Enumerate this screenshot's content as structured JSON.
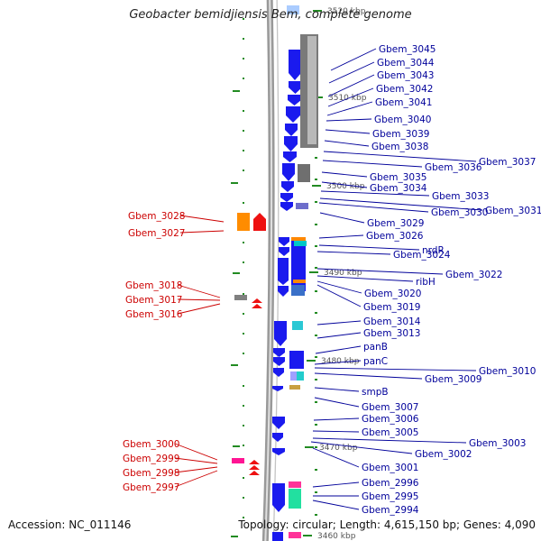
{
  "title": "Geobacter bemidjiensis Bem, complete genome",
  "accession_text": "Accession: NC_011146",
  "topology_text": "Topology: circular; Length: 4,615,150 bp; Genes: 4,090",
  "colors": {
    "right_label": "#00009a",
    "left_label": "#cc0000",
    "gene_blue": "#1a1aee",
    "gene_red": "#ee1111",
    "backbone": "#8a8a8a",
    "tick_green": "#228b22"
  },
  "scale_labels": [
    "3520 kbp",
    "3510 kbp",
    "3500 kbp",
    "3490 kbp",
    "3480 kbp",
    "3470 kbp",
    "3460 kbp"
  ],
  "right_labels": [
    "Gbem_3045",
    "Gbem_3044",
    "Gbem_3043",
    "Gbem_3042",
    "Gbem_3041",
    "Gbem_3040",
    "Gbem_3039",
    "Gbem_3038",
    "Gbem_3037",
    "Gbem_3036",
    "Gbem_3035",
    "Gbem_3034",
    "Gbem_3033",
    "Gbem_3031",
    "Gbem_3030",
    "Gbem_3029",
    "Gbem_3026",
    "nrdR",
    "Gbem_3024",
    "Gbem_3022",
    "ribH",
    "Gbem_3020",
    "Gbem_3019",
    "Gbem_3014",
    "Gbem_3013",
    "panB",
    "panC",
    "Gbem_3010",
    "Gbem_3009",
    "smpB",
    "Gbem_3007",
    "Gbem_3006",
    "Gbem_3005",
    "Gbem_3003",
    "Gbem_3002",
    "Gbem_3001",
    "Gbem_2996",
    "Gbem_2995",
    "Gbem_2994"
  ],
  "left_labels": [
    "Gbem_3028",
    "Gbem_3027",
    "Gbem_3018",
    "Gbem_3017",
    "Gbem_3016",
    "Gbem_3000",
    "Gbem_2999",
    "Gbem_2998",
    "Gbem_2997"
  ]
}
